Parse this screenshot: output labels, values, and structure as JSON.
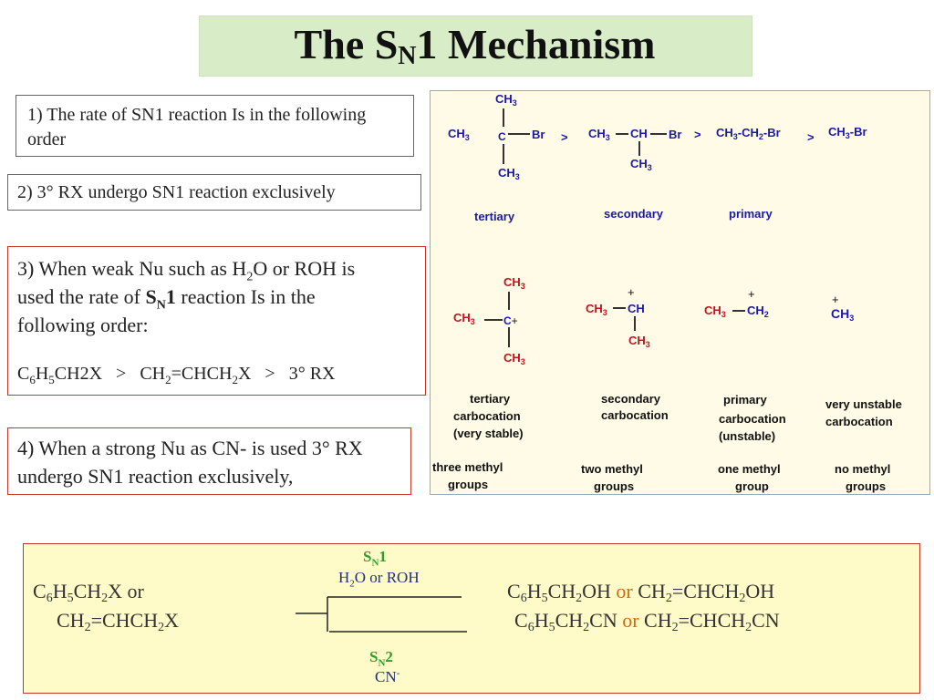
{
  "title": {
    "text": "The S",
    "sub": "N",
    "rest": "1 Mechanism"
  },
  "points": {
    "p1": "1) The rate of SN1 reaction Is in the following order",
    "p2": "2) 3° RX undergo SN1 reaction exclusively",
    "p3": {
      "a": "3) When weak Nu such as H",
      "a_sub": "2",
      "a2": "O or ROH is",
      "b": "used the rate of ",
      "b_bold": "S",
      "b_sub": "N",
      "b_bold2": "1",
      "b2": " reaction Is in the",
      "c": "following order:",
      "order": {
        "x1": "C",
        "x1s": "6",
        "x1b": "H",
        "x1s2": "5",
        "x1c": "CH2X",
        "gt1": ">",
        "x2": "CH",
        "x2s": "2",
        "x2b": "=CHCH",
        "x2s2": "2",
        "x2c": "X",
        "gt2": ">",
        "x3": "3° RX"
      }
    },
    "p4": "4) When  a strong Nu as CN- is used 3° RX undergo SN1 reaction exclusively,"
  },
  "halides": {
    "ch3": "CH",
    "three": "3",
    "c": "C",
    "br": "Br",
    "ch": "CH",
    "gt": ">",
    "primary_formula": {
      "a": "CH",
      "s1": "3",
      "b": "-CH",
      "s2": "2",
      "c": "-Br"
    },
    "methyl_formula": {
      "a": "CH",
      "s1": "3",
      "b": "-Br"
    },
    "labels": [
      "tertiary",
      "secondary",
      "primary"
    ]
  },
  "carbocations": {
    "plus": "+",
    "labels": {
      "tertiary": [
        "tertiary",
        "carbocation",
        "(very stable)"
      ],
      "secondary": [
        "secondary",
        "carbocation"
      ],
      "primary": [
        "primary",
        "carbocation",
        "(unstable)"
      ],
      "methyl": [
        "very unstable",
        "carbocation"
      ]
    },
    "groups": {
      "g1": [
        "three methyl",
        "groups"
      ],
      "g2": [
        "two methyl",
        "groups"
      ],
      "g3": [
        "one methyl",
        "group"
      ],
      "g4": [
        "no methyl",
        "groups"
      ]
    }
  },
  "bottom": {
    "reactant1": {
      "a": "C",
      "s1": "6",
      "b": "H",
      "s2": "5",
      "c": "CH",
      "s3": "2",
      "d": "X or"
    },
    "reactant2": {
      "a": "CH",
      "s1": "2",
      "b": "=CHCH",
      "s2": "2",
      "c": "X"
    },
    "sn1": {
      "a": "S",
      "s": "N",
      "b": "1"
    },
    "sn1_reagent": {
      "a": "H",
      "s": "2",
      "b": "O or ROH"
    },
    "sn2": {
      "a": "S",
      "s": "N",
      "b": "2"
    },
    "sn2_reagent": {
      "a": "CN",
      "sup": "-"
    },
    "product1": {
      "a": "C",
      "s1": "6",
      "b": "H",
      "s2": "5",
      "c": "CH",
      "s3": "2",
      "d": "OH ",
      "or": "or",
      "e": " CH",
      "s4": "2",
      "f": "=CHCH",
      "s5": "2",
      "g": "OH"
    },
    "product2": {
      "a": "C",
      "s1": "6",
      "b": "H",
      "s2": "5",
      "c": "CH",
      "s3": "2",
      "d": "CN ",
      "or": "or",
      "e": " CH",
      "s4": "2",
      "f": "=CHCH",
      "s5": "2",
      "g": "CN"
    }
  },
  "colors": {
    "title_bg": "#d8ecc8",
    "blue": "#1a1aa6",
    "red": "#c0141e",
    "panel_bg": "#fffbc8",
    "border_red": "#c0392b",
    "green": "#2aa02a",
    "orange": "#d06a10"
  }
}
